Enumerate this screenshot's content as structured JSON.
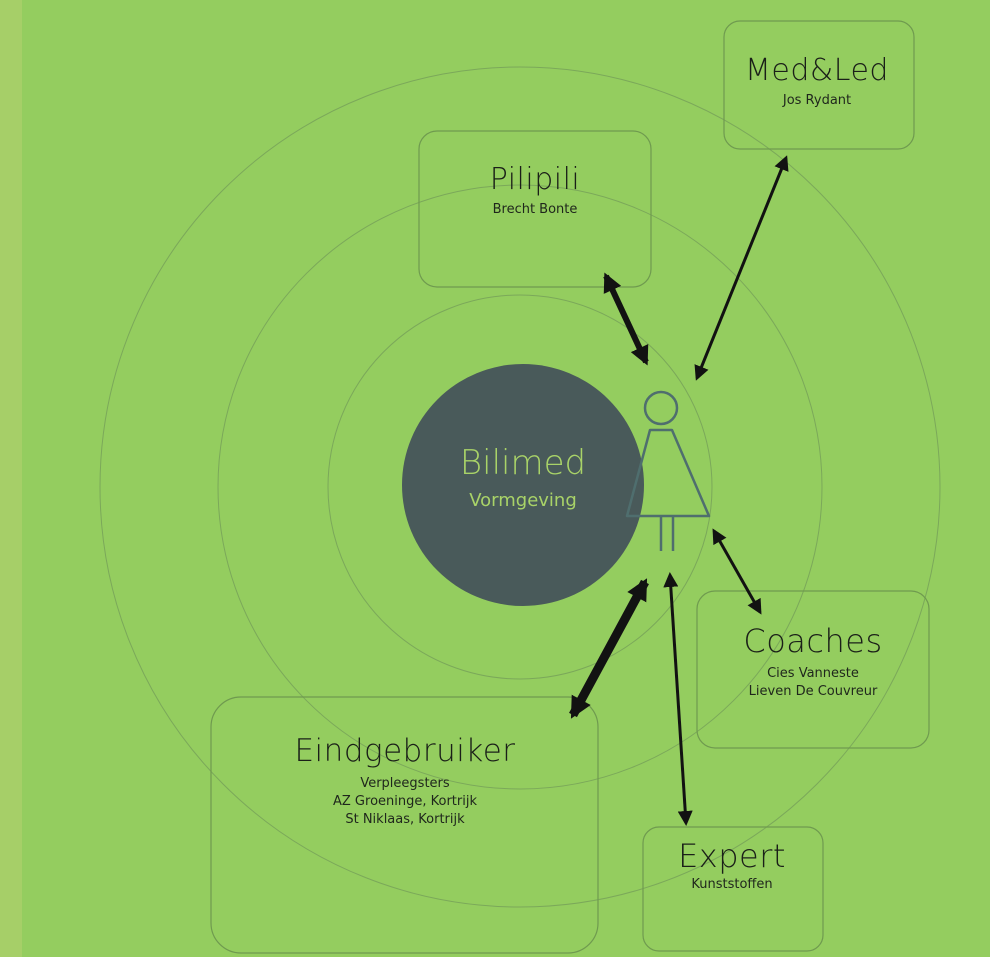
{
  "colors": {
    "page_edge": "#a6cf68",
    "background": "#94cd5f",
    "center_circle": "#495a5a",
    "center_text": "#a9d368",
    "rings": "#7ba85a",
    "box_stroke": "#6f9a4f",
    "arrow": "#121212",
    "person_icon": "#4f6e6e"
  },
  "center": {
    "title": "Bilimed",
    "subtitle": "Vormgeving"
  },
  "person": {
    "icon": "person-icon"
  },
  "nodes": {
    "medled": {
      "title": "Med&Led",
      "lines": [
        "Jos Rydant"
      ]
    },
    "pilipili": {
      "title": "Pilipili",
      "lines": [
        "Brecht Bonte"
      ]
    },
    "coaches": {
      "title": "Coaches",
      "lines": [
        "Cies Vanneste",
        "Lieven De Couvreur"
      ]
    },
    "eindgebruiker": {
      "title": "Eindgebruiker",
      "lines": [
        "Verpleegsters",
        "AZ Groeninge, Kortrijk",
        "St Niklaas, Kortrijk"
      ]
    },
    "expert": {
      "title": "Expert",
      "lines": [
        "Kunststoffen"
      ]
    }
  }
}
